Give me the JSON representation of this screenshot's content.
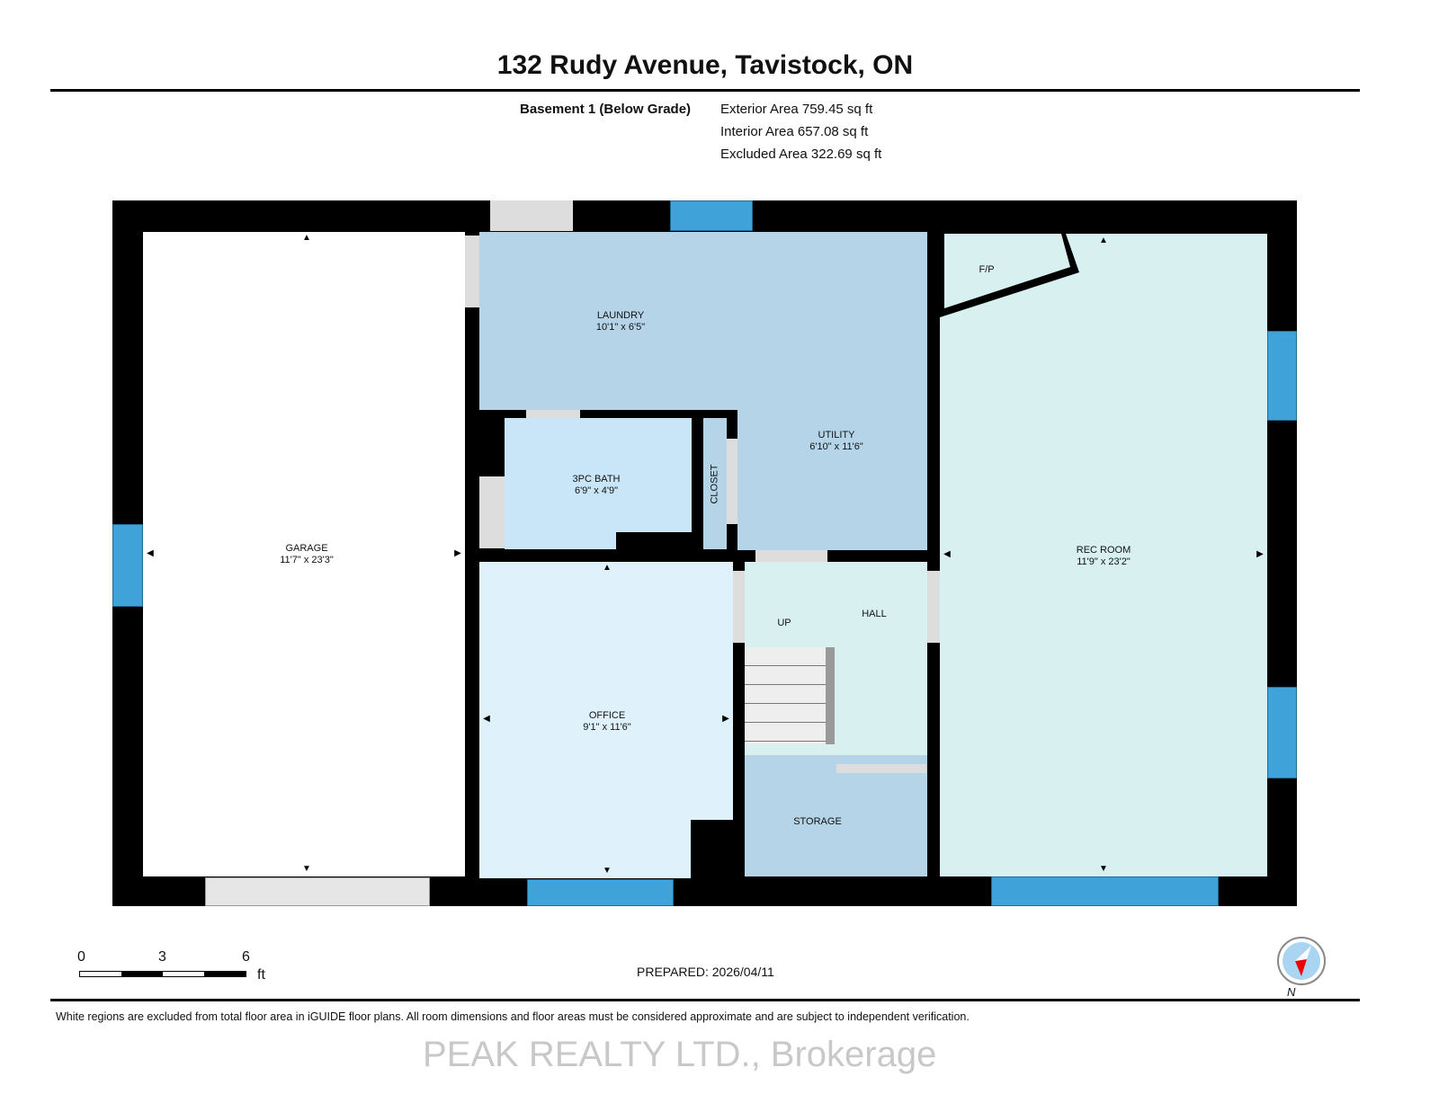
{
  "title": "132 Rudy Avenue, Tavistock, ON",
  "floor": {
    "name": "Basement 1 (Below Grade)",
    "exterior": "Exterior Area 759.45 sq ft",
    "interior": "Interior Area 657.08 sq ft",
    "excluded": "Excluded Area 322.69 sq ft"
  },
  "rooms": {
    "garage": {
      "name": "GARAGE",
      "dims": "11'7\" x 23'3\""
    },
    "laundry": {
      "name": "LAUNDRY",
      "dims": "10'1\" x 6'5\""
    },
    "utility": {
      "name": "UTILITY",
      "dims": "6'10\" x 11'6\""
    },
    "bath": {
      "name": "3PC BATH",
      "dims": "6'9\" x 4'9\""
    },
    "closet": {
      "name": "CLOSET"
    },
    "office": {
      "name": "OFFICE",
      "dims": "9'1\" x 11'6\""
    },
    "hall": {
      "name": "HALL"
    },
    "up": "UP",
    "storage": {
      "name": "STORAGE"
    },
    "rec": {
      "name": "REC ROOM",
      "dims": "11'9\" x 23'2\""
    },
    "fp": "F/P"
  },
  "scale": {
    "ticks": [
      "0",
      "3",
      "6"
    ],
    "unit": "ft"
  },
  "prepared": "PREPARED: 2026/04/11",
  "compass": "N",
  "disclaimer": "White regions are excluded from total floor area in iGUIDE floor plans. All room dimensions and floor areas must be considered approximate and are subject to independent verification.",
  "watermark": "PEAK REALTY LTD., Brokerage"
}
